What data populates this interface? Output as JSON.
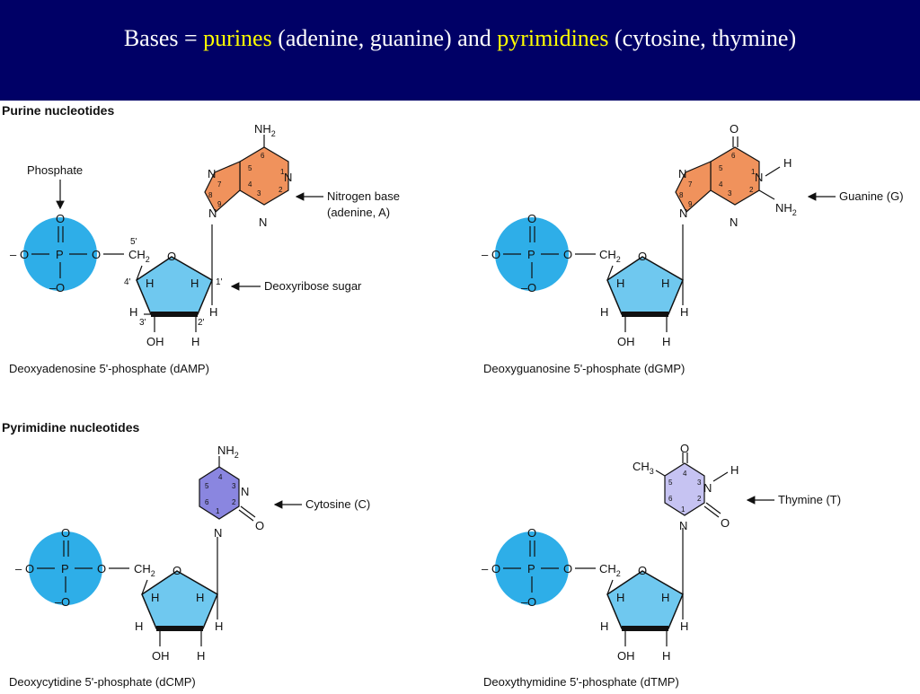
{
  "header": {
    "text_prefix": "Bases = ",
    "purines": "purines",
    "purine_list": " (adenine, guanine) and ",
    "pyrimidines": "pyrimidines",
    "pyrimidine_list": " (cytosine, thymine)"
  },
  "colors": {
    "header_bg": "#000066",
    "highlight": "#ffff00",
    "phosphate": "#2eaee8",
    "sugar": "#6fc8ef",
    "purine_base": "#f0925c",
    "pyrimidine_base": "#8a86e0",
    "thymine_base": "#c6c3f2"
  },
  "sections": {
    "purine": "Purine nucleotides",
    "pyrimidine": "Pyrimidine nucleotides"
  },
  "atoms": {
    "O": "O",
    "P": "P",
    "N": "N",
    "H": "H",
    "OH": "OH",
    "CH2": "CH",
    "sub2": "2",
    "NH2": "NH",
    "CH3": "CH",
    "sub3": "3",
    "neg": "–"
  },
  "annotations": {
    "phosphate": "Phosphate",
    "nitrogen_base_1": "Nitrogen base",
    "nitrogen_base_2": "(adenine, A)",
    "deoxyribose": "Deoxyribose sugar",
    "guanine": "Guanine (G)",
    "cytosine": "Cytosine (C)",
    "thymine": "Thymine (T)"
  },
  "numbers": {
    "c5p": "5'",
    "c4p": "4'",
    "c3p": "3'",
    "c2p": "2'",
    "c1p": "1'",
    "n1": "1",
    "n2": "2",
    "n3": "3",
    "n4": "4",
    "n5": "5",
    "n6": "6",
    "n7": "7",
    "n8": "8",
    "n9": "9"
  },
  "captions": {
    "damp": "Deoxyadenosine 5'-phosphate (dAMP)",
    "dgmp": "Deoxyguanosine 5'-phosphate (dGMP)",
    "dcmp": "Deoxycytidine 5'-phosphate (dCMP)",
    "dtmp": "Deoxythymidine 5'-phosphate (dTMP)"
  }
}
